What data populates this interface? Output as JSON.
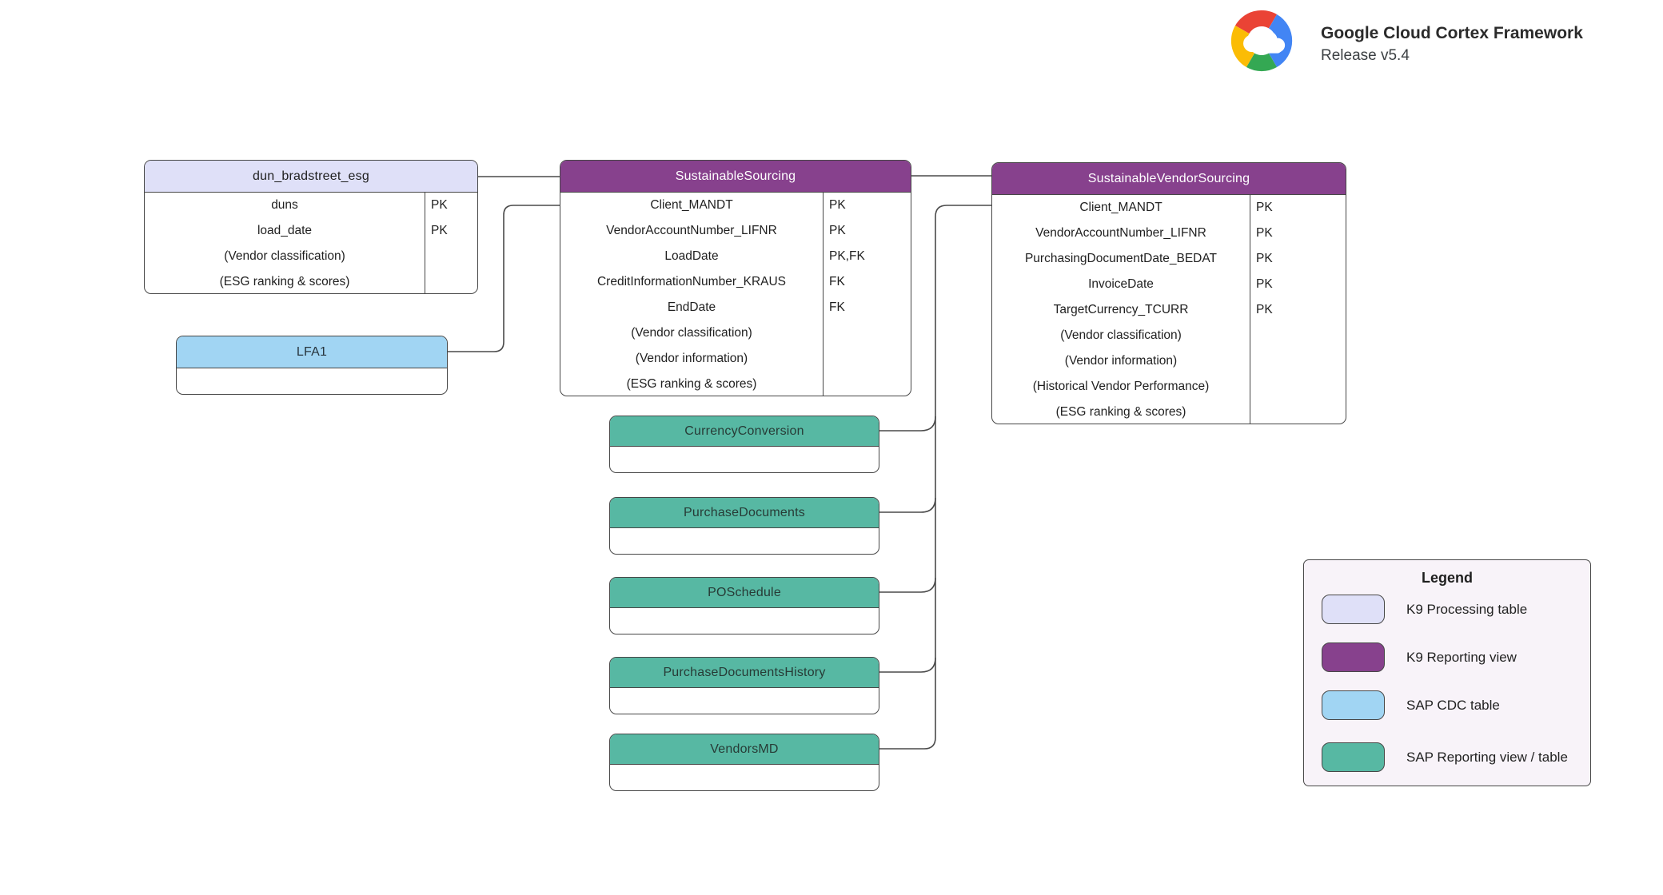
{
  "branding": {
    "title": "Google Cloud Cortex Framework",
    "subtitle": "Release v5.4",
    "logo": "google-cloud-logo"
  },
  "colors": {
    "k9_processing_table": "#DFE0F8",
    "k9_reporting_view": "#87418D",
    "sap_cdc_table": "#A1D5F3",
    "sap_reporting_view_table": "#57B8A3",
    "connector": "#4a4a4a",
    "legend_background": "#F8F3F9",
    "logo_red": "#EA4335",
    "logo_blue": "#4285F4",
    "logo_green": "#34A853",
    "logo_yellow": "#FBBC05"
  },
  "tables": {
    "dun_bradstreet_esg": {
      "title": "dun_bradstreet_esg",
      "fields": [
        {
          "name": "duns",
          "key": "PK"
        },
        {
          "name": "load_date",
          "key": "PK"
        },
        {
          "name": "(Vendor classification)",
          "key": ""
        },
        {
          "name": "(ESG ranking & scores)",
          "key": ""
        }
      ]
    },
    "lfa1": {
      "title": "LFA1"
    },
    "sustainable_sourcing": {
      "title": "SustainableSourcing",
      "fields": [
        {
          "name": "Client_MANDT",
          "key": "PK"
        },
        {
          "name": "VendorAccountNumber_LIFNR",
          "key": "PK"
        },
        {
          "name": "LoadDate",
          "key": "PK,FK"
        },
        {
          "name": "CreditInformationNumber_KRAUS",
          "key": "FK"
        },
        {
          "name": "EndDate",
          "key": "FK"
        },
        {
          "name": "(Vendor classification)",
          "key": ""
        },
        {
          "name": "(Vendor information)",
          "key": ""
        },
        {
          "name": "(ESG ranking & scores)",
          "key": ""
        }
      ]
    },
    "sustainable_vendor_sourcing": {
      "title": "SustainableVendorSourcing",
      "fields": [
        {
          "name": "Client_MANDT",
          "key": "PK"
        },
        {
          "name": "VendorAccountNumber_LIFNR",
          "key": "PK"
        },
        {
          "name": "PurchasingDocumentDate_BEDAT",
          "key": "PK"
        },
        {
          "name": "InvoiceDate",
          "key": "PK"
        },
        {
          "name": "TargetCurrency_TCURR",
          "key": "PK"
        },
        {
          "name": "(Vendor classification)",
          "key": ""
        },
        {
          "name": "(Vendor information)",
          "key": ""
        },
        {
          "name": "(Historical Vendor Performance)",
          "key": ""
        },
        {
          "name": "(ESG ranking & scores)",
          "key": ""
        }
      ]
    },
    "currency_conversion": {
      "title": "CurrencyConversion"
    },
    "purchase_documents": {
      "title": "PurchaseDocuments"
    },
    "po_schedule": {
      "title": "POSchedule"
    },
    "purchase_documents_history": {
      "title": "PurchaseDocumentsHistory"
    },
    "vendors_md": {
      "title": "VendorsMD"
    }
  },
  "legend": {
    "title": "Legend",
    "items": [
      {
        "label": "K9 Processing table",
        "color": "#DFE0F8"
      },
      {
        "label": "K9 Reporting view",
        "color": "#87418D"
      },
      {
        "label": "SAP CDC table",
        "color": "#A1D5F3"
      },
      {
        "label": "SAP Reporting view / table",
        "color": "#57B8A3"
      }
    ]
  }
}
